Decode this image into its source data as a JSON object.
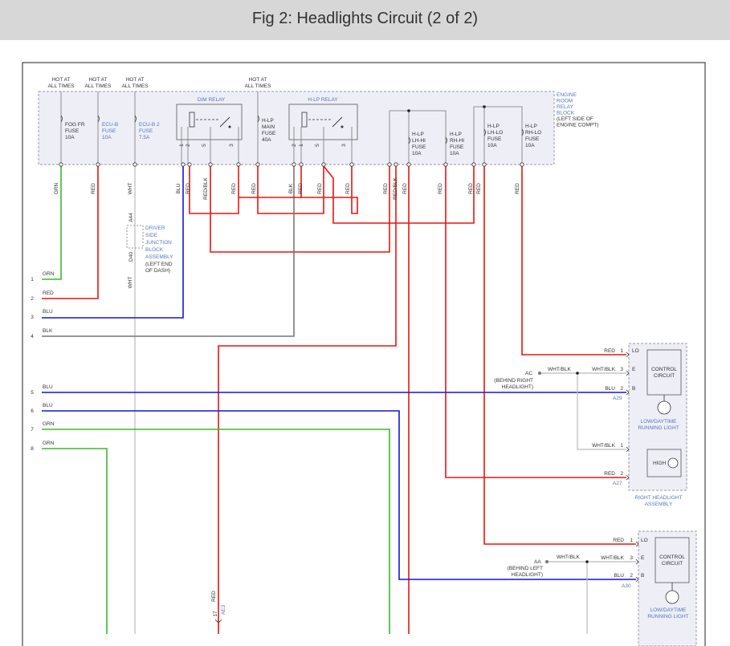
{
  "title": "Fig 2: Headlights Circuit (2 of 2)",
  "colors": {
    "red": "#e8160e",
    "blue": "#1414e0",
    "green": "#3cb82e",
    "gray": "#777777",
    "label_blue": "#5577bb",
    "box_fill": "#eeeef6",
    "dashed": "#9a9aa8"
  },
  "block": {
    "header": [
      "HOT AT ALL TIMES",
      "HOT AT ALL TIMES",
      "HOT AT ALL TIMES",
      "HOT AT ALL TIMES"
    ],
    "label": [
      "ENGINE",
      "ROOM",
      "RELAY",
      "BLOCK",
      "(LEFT SIDE OF",
      "ENGINE COMPT)"
    ],
    "fuses": [
      {
        "lines": [
          "FOG FR",
          "FUSE",
          "10A"
        ]
      },
      {
        "lines": [
          "ECU-B",
          "FUSE",
          "10A"
        ]
      },
      {
        "lines": [
          "ECU-B 2",
          "FUSE",
          "7.5A"
        ]
      },
      {
        "lines": [
          "H-LP",
          "MAIN",
          "FUSE",
          "40A"
        ]
      },
      {
        "lines": [
          "H-LP",
          "LH-HI",
          "FUSE",
          "10A"
        ]
      },
      {
        "lines": [
          "H-LP",
          "RH-HI",
          "FUSE",
          "10A"
        ]
      },
      {
        "lines": [
          "H-LP",
          "LH-LO",
          "FUSE",
          "10A"
        ]
      },
      {
        "lines": [
          "H-LP",
          "RH-LO",
          "FUSE",
          "10A"
        ]
      }
    ],
    "relays": [
      {
        "name": "DIM RELAY",
        "pins": [
          "1",
          "2",
          "5",
          "3"
        ]
      },
      {
        "name": "H-LP RELAY",
        "pins": [
          "2",
          "1",
          "5",
          "3"
        ]
      }
    ]
  },
  "wire_labels": [
    "GRN",
    "RED",
    "WHT",
    "BLU",
    "RED",
    "RED/BLK",
    "RED",
    "RED",
    "BLK",
    "RED",
    "RED",
    "RED",
    "RED",
    "RED/BLK",
    "RED",
    "RED",
    "RED",
    "RED",
    "RED",
    "RED"
  ],
  "junction": {
    "lines": [
      "DRIVER",
      "SIDE",
      "JUNCTION",
      "BLOCK",
      "ASSEMBLY"
    ],
    "extra": [
      "(LEFT END",
      "OF DASH)"
    ],
    "top_pin": "A44",
    "bottom_pin": "D40",
    "wire": "WHT"
  },
  "outputs": [
    {
      "num": "1",
      "color": "GRN"
    },
    {
      "num": "2",
      "color": "RED"
    },
    {
      "num": "3",
      "color": "BLU"
    },
    {
      "num": "4",
      "color": "BLK"
    },
    {
      "num": "5",
      "color": "BLU"
    },
    {
      "num": "6",
      "color": "BLU"
    },
    {
      "num": "7",
      "color": "GRN"
    },
    {
      "num": "8",
      "color": "GRN"
    }
  ],
  "right_headlight": {
    "title": [
      "RIGHT HEADLIGHT",
      "ASSEMBLY"
    ],
    "control": [
      "CONTROL",
      "CIRCUIT"
    ],
    "light": [
      "LOW/DAYTIME",
      "RUNNING LIGHT"
    ],
    "high": "HIGH",
    "pins": [
      {
        "wire": "RED",
        "num": "1",
        "name": "LO"
      },
      {
        "wire": "WHT/BLK",
        "num": "3",
        "name": "E"
      },
      {
        "wire": "BLU",
        "num": "2",
        "name": "B"
      },
      {
        "wire": "WHT/BLK",
        "num": "1",
        "name": ""
      },
      {
        "wire": "RED",
        "num": "2",
        "name": ""
      }
    ],
    "connectors": [
      "A29",
      "A27"
    ],
    "ground": {
      "id": "AC",
      "wire": "WHT/BLK",
      "note": [
        "(BEHIND RIGHT",
        "HEADLIGHT)"
      ]
    }
  },
  "left_headlight": {
    "control": [
      "CONTROL",
      "CIRCUIT"
    ],
    "light": [
      "LOW/DAYTIME",
      "RUNNING LIGHT"
    ],
    "pins": [
      {
        "wire": "RED",
        "num": "1",
        "name": "LO"
      },
      {
        "wire": "WHT/BLK",
        "num": "3",
        "name": "E"
      },
      {
        "wire": "BLU",
        "num": "2",
        "name": "B"
      }
    ],
    "connector": "A30",
    "ground": {
      "id": "AA",
      "wire": "WHT/BLK",
      "note": [
        "(BEHIND LEFT",
        "HEADLIGHT)"
      ]
    }
  },
  "bottom": {
    "wire": "RED",
    "num": "17",
    "connector": "AE3"
  }
}
